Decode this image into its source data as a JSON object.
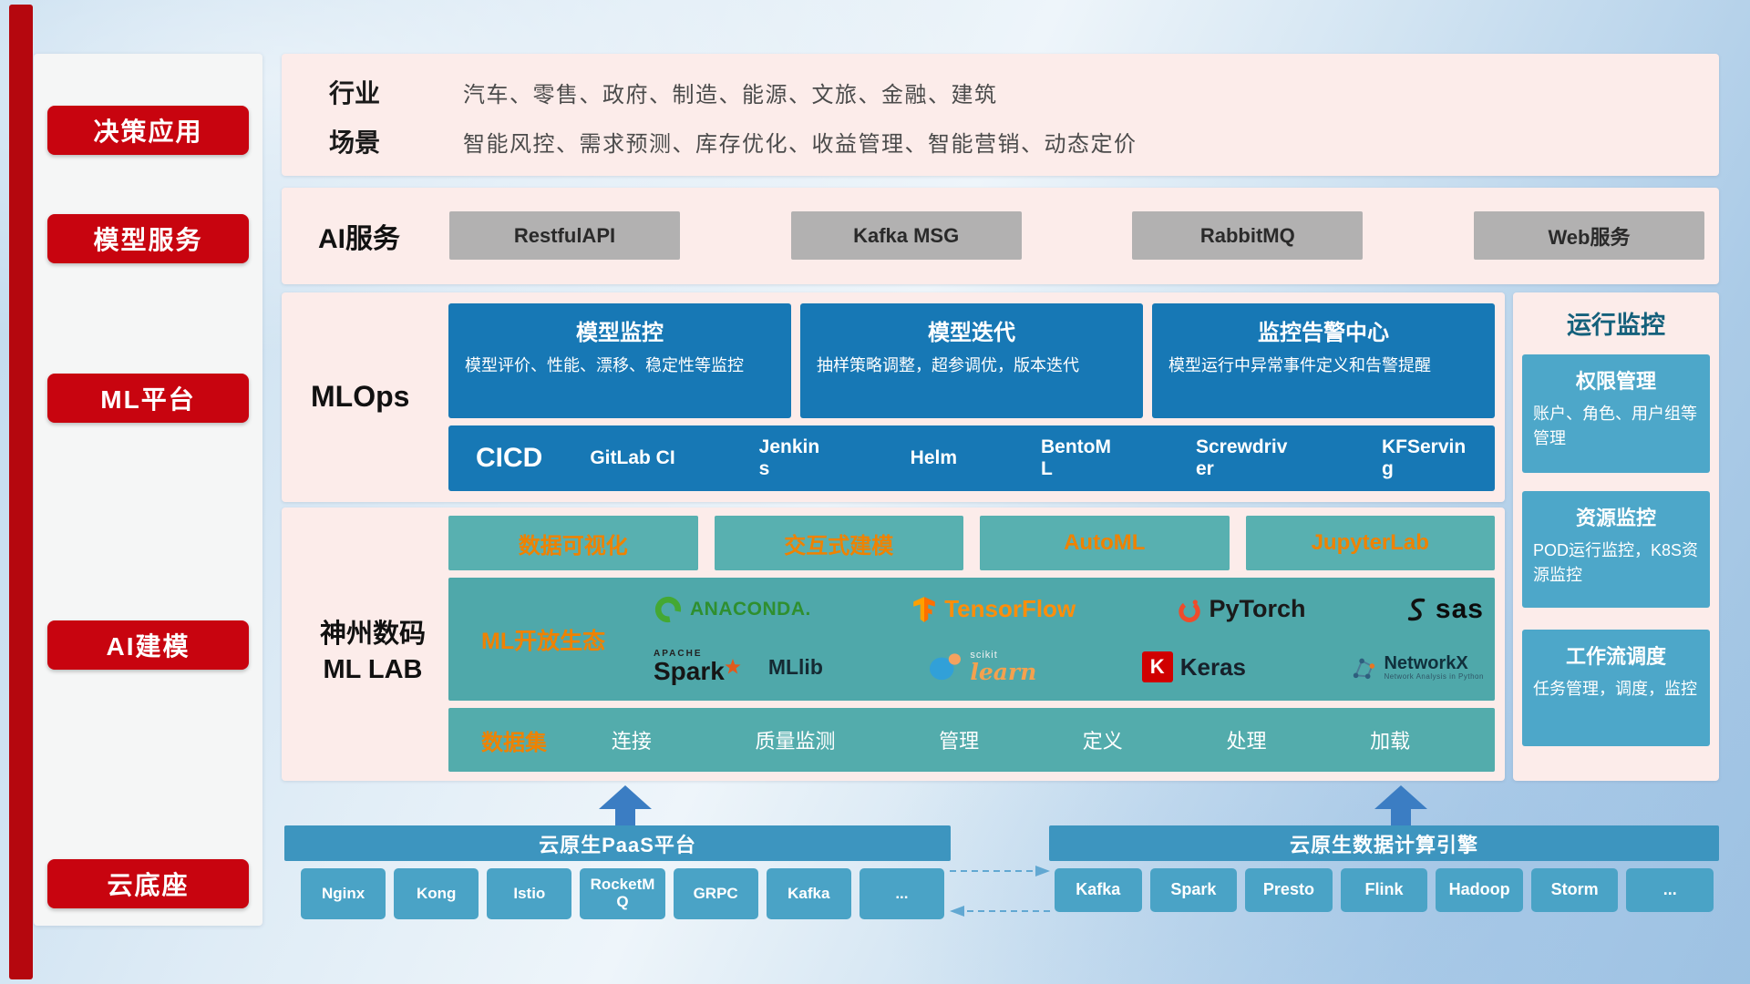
{
  "sidebar": {
    "items": [
      {
        "label": "决策应用"
      },
      {
        "label": "模型服务"
      },
      {
        "label": "ML平台"
      },
      {
        "label": "AI建模"
      },
      {
        "label": "云底座"
      }
    ]
  },
  "industry": {
    "rows": [
      {
        "label": "行业",
        "text": "汽车、零售、政府、制造、能源、文旅、金融、建筑"
      },
      {
        "label": "场景",
        "text": "智能风控、需求预测、库存优化、收益管理、智能营销、动态定价"
      }
    ]
  },
  "ai_service": {
    "label": "AI服务",
    "buttons": [
      {
        "label": "RestfulAPI"
      },
      {
        "label": "Kafka MSG"
      },
      {
        "label": "RabbitMQ"
      },
      {
        "label": "Web服务"
      }
    ]
  },
  "mlops": {
    "label": "MLOps",
    "cards": [
      {
        "title": "模型监控",
        "desc": "模型评价、性能、漂移、稳定性等监控"
      },
      {
        "title": "模型迭代",
        "desc": "抽样策略调整，超参调优，版本迭代"
      },
      {
        "title": "监控告警中心",
        "desc": "模型运行中异常事件定义和告警提醒"
      }
    ],
    "cicd": {
      "label": "CICD",
      "tools": [
        {
          "label": "GitLab CI"
        },
        {
          "label": "Jenkins"
        },
        {
          "label": "Helm"
        },
        {
          "label": "BentoML"
        },
        {
          "label": "Screwdriver"
        },
        {
          "label": "KFServing"
        }
      ]
    }
  },
  "monitoring": {
    "title": "运行监控",
    "cards": [
      {
        "title": "权限管理",
        "desc": "账户、角色、用户组等管理"
      },
      {
        "title": "资源监控",
        "desc": "POD运行监控，K8S资源监控"
      },
      {
        "title": "工作流调度",
        "desc": "任务管理，调度，监控"
      }
    ]
  },
  "mllab": {
    "label_line1": "神州数码",
    "label_line2": "ML LAB",
    "features": [
      {
        "label": "数据可视化"
      },
      {
        "label": "交互式建模"
      },
      {
        "label": "AutoML"
      },
      {
        "label": "JupyterLab"
      }
    ],
    "ecosystem": {
      "label": "ML开放生态",
      "logos": {
        "anaconda": "ANACONDA.",
        "tensorflow": "TensorFlow",
        "pytorch": "PyTorch",
        "sas": "sas",
        "spark_small": "APACHE",
        "spark": "Spark",
        "mllib": "MLlib",
        "scikit_small": "scikit",
        "scikit": "learn",
        "keras_k": "K",
        "keras": "Keras",
        "networkx": "NetworkX",
        "networkx_sub": "Network Analysis in Python"
      }
    },
    "dataset": {
      "label": "数据集",
      "items": [
        {
          "label": "连接"
        },
        {
          "label": "质量监测"
        },
        {
          "label": "管理"
        },
        {
          "label": "定义"
        },
        {
          "label": "处理"
        },
        {
          "label": "加载"
        }
      ]
    }
  },
  "cloud": {
    "paas": {
      "title": "云原生PaaS平台",
      "items": [
        {
          "label": "Nginx"
        },
        {
          "label": "Kong"
        },
        {
          "label": "Istio"
        },
        {
          "label": "RocketMQ"
        },
        {
          "label": "GRPC"
        },
        {
          "label": "Kafka"
        },
        {
          "label": "..."
        }
      ]
    },
    "engine": {
      "title": "云原生数据计算引擎",
      "items": [
        {
          "label": "Kafka"
        },
        {
          "label": "Spark"
        },
        {
          "label": "Presto"
        },
        {
          "label": "Flink"
        },
        {
          "label": "Hadoop"
        },
        {
          "label": "Storm"
        },
        {
          "label": "..."
        }
      ]
    }
  },
  "colors": {
    "red": "#c8040f",
    "pink_panel": "#fcecea",
    "blue_card": "#1778b5",
    "teal": "#54aeae",
    "light_blue_card": "#4da7c9",
    "orange": "#ef8200"
  }
}
